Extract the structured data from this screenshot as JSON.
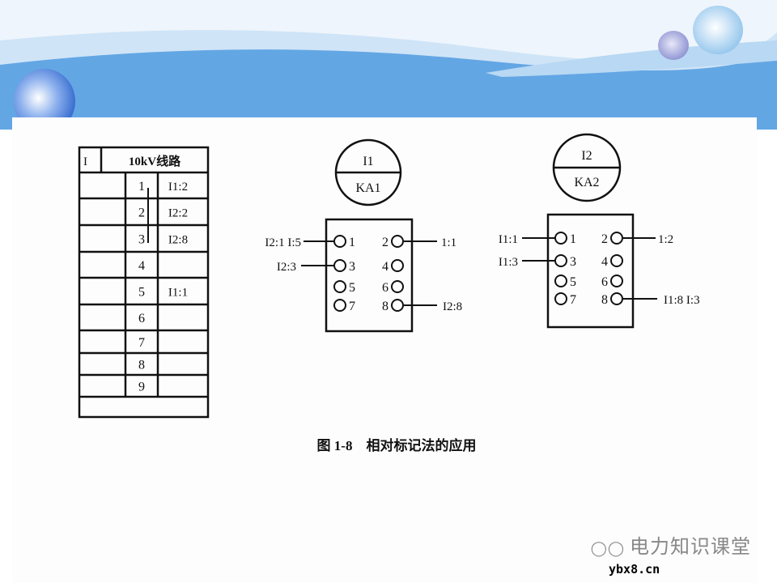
{
  "colors": {
    "header_blue": "#63a6e4",
    "header_light": "#cfe4f7",
    "ink": "#111111"
  },
  "table": {
    "header_left": "I",
    "header_title": "10kV线路",
    "rows": [
      {
        "num": "1",
        "mark": "I1:2"
      },
      {
        "num": "2",
        "mark": "I2:2"
      },
      {
        "num": "3",
        "mark": "I2:8"
      },
      {
        "num": "4",
        "mark": ""
      },
      {
        "num": "5",
        "mark": "I1:1"
      },
      {
        "num": "6",
        "mark": ""
      },
      {
        "num": "7",
        "mark": ""
      },
      {
        "num": "8",
        "mark": ""
      },
      {
        "num": "9",
        "mark": ""
      }
    ]
  },
  "relay1": {
    "top": "I1",
    "bottom": "KA1",
    "terminals_left": [
      "1",
      "3",
      "5",
      "7"
    ],
    "terminals_right": [
      "2",
      "4",
      "6",
      "8"
    ],
    "label_1": "I2:1  I:5",
    "label_3": "I2:3",
    "label_2": "1:1",
    "label_8": "I2:8"
  },
  "relay2": {
    "top": "I2",
    "bottom": "KA2",
    "terminals_left": [
      "1",
      "3",
      "5",
      "7"
    ],
    "terminals_right": [
      "2",
      "4",
      "6",
      "8"
    ],
    "label_1": "I1:1",
    "label_3": "I1:3",
    "label_2": "1:2",
    "label_8": "I1:8  I:3"
  },
  "caption": "图 1-8    相对标记法的应用",
  "watermark": {
    "text": "电力知识课堂",
    "url": "ybx8.cn",
    "icon": "wechat-icon"
  }
}
